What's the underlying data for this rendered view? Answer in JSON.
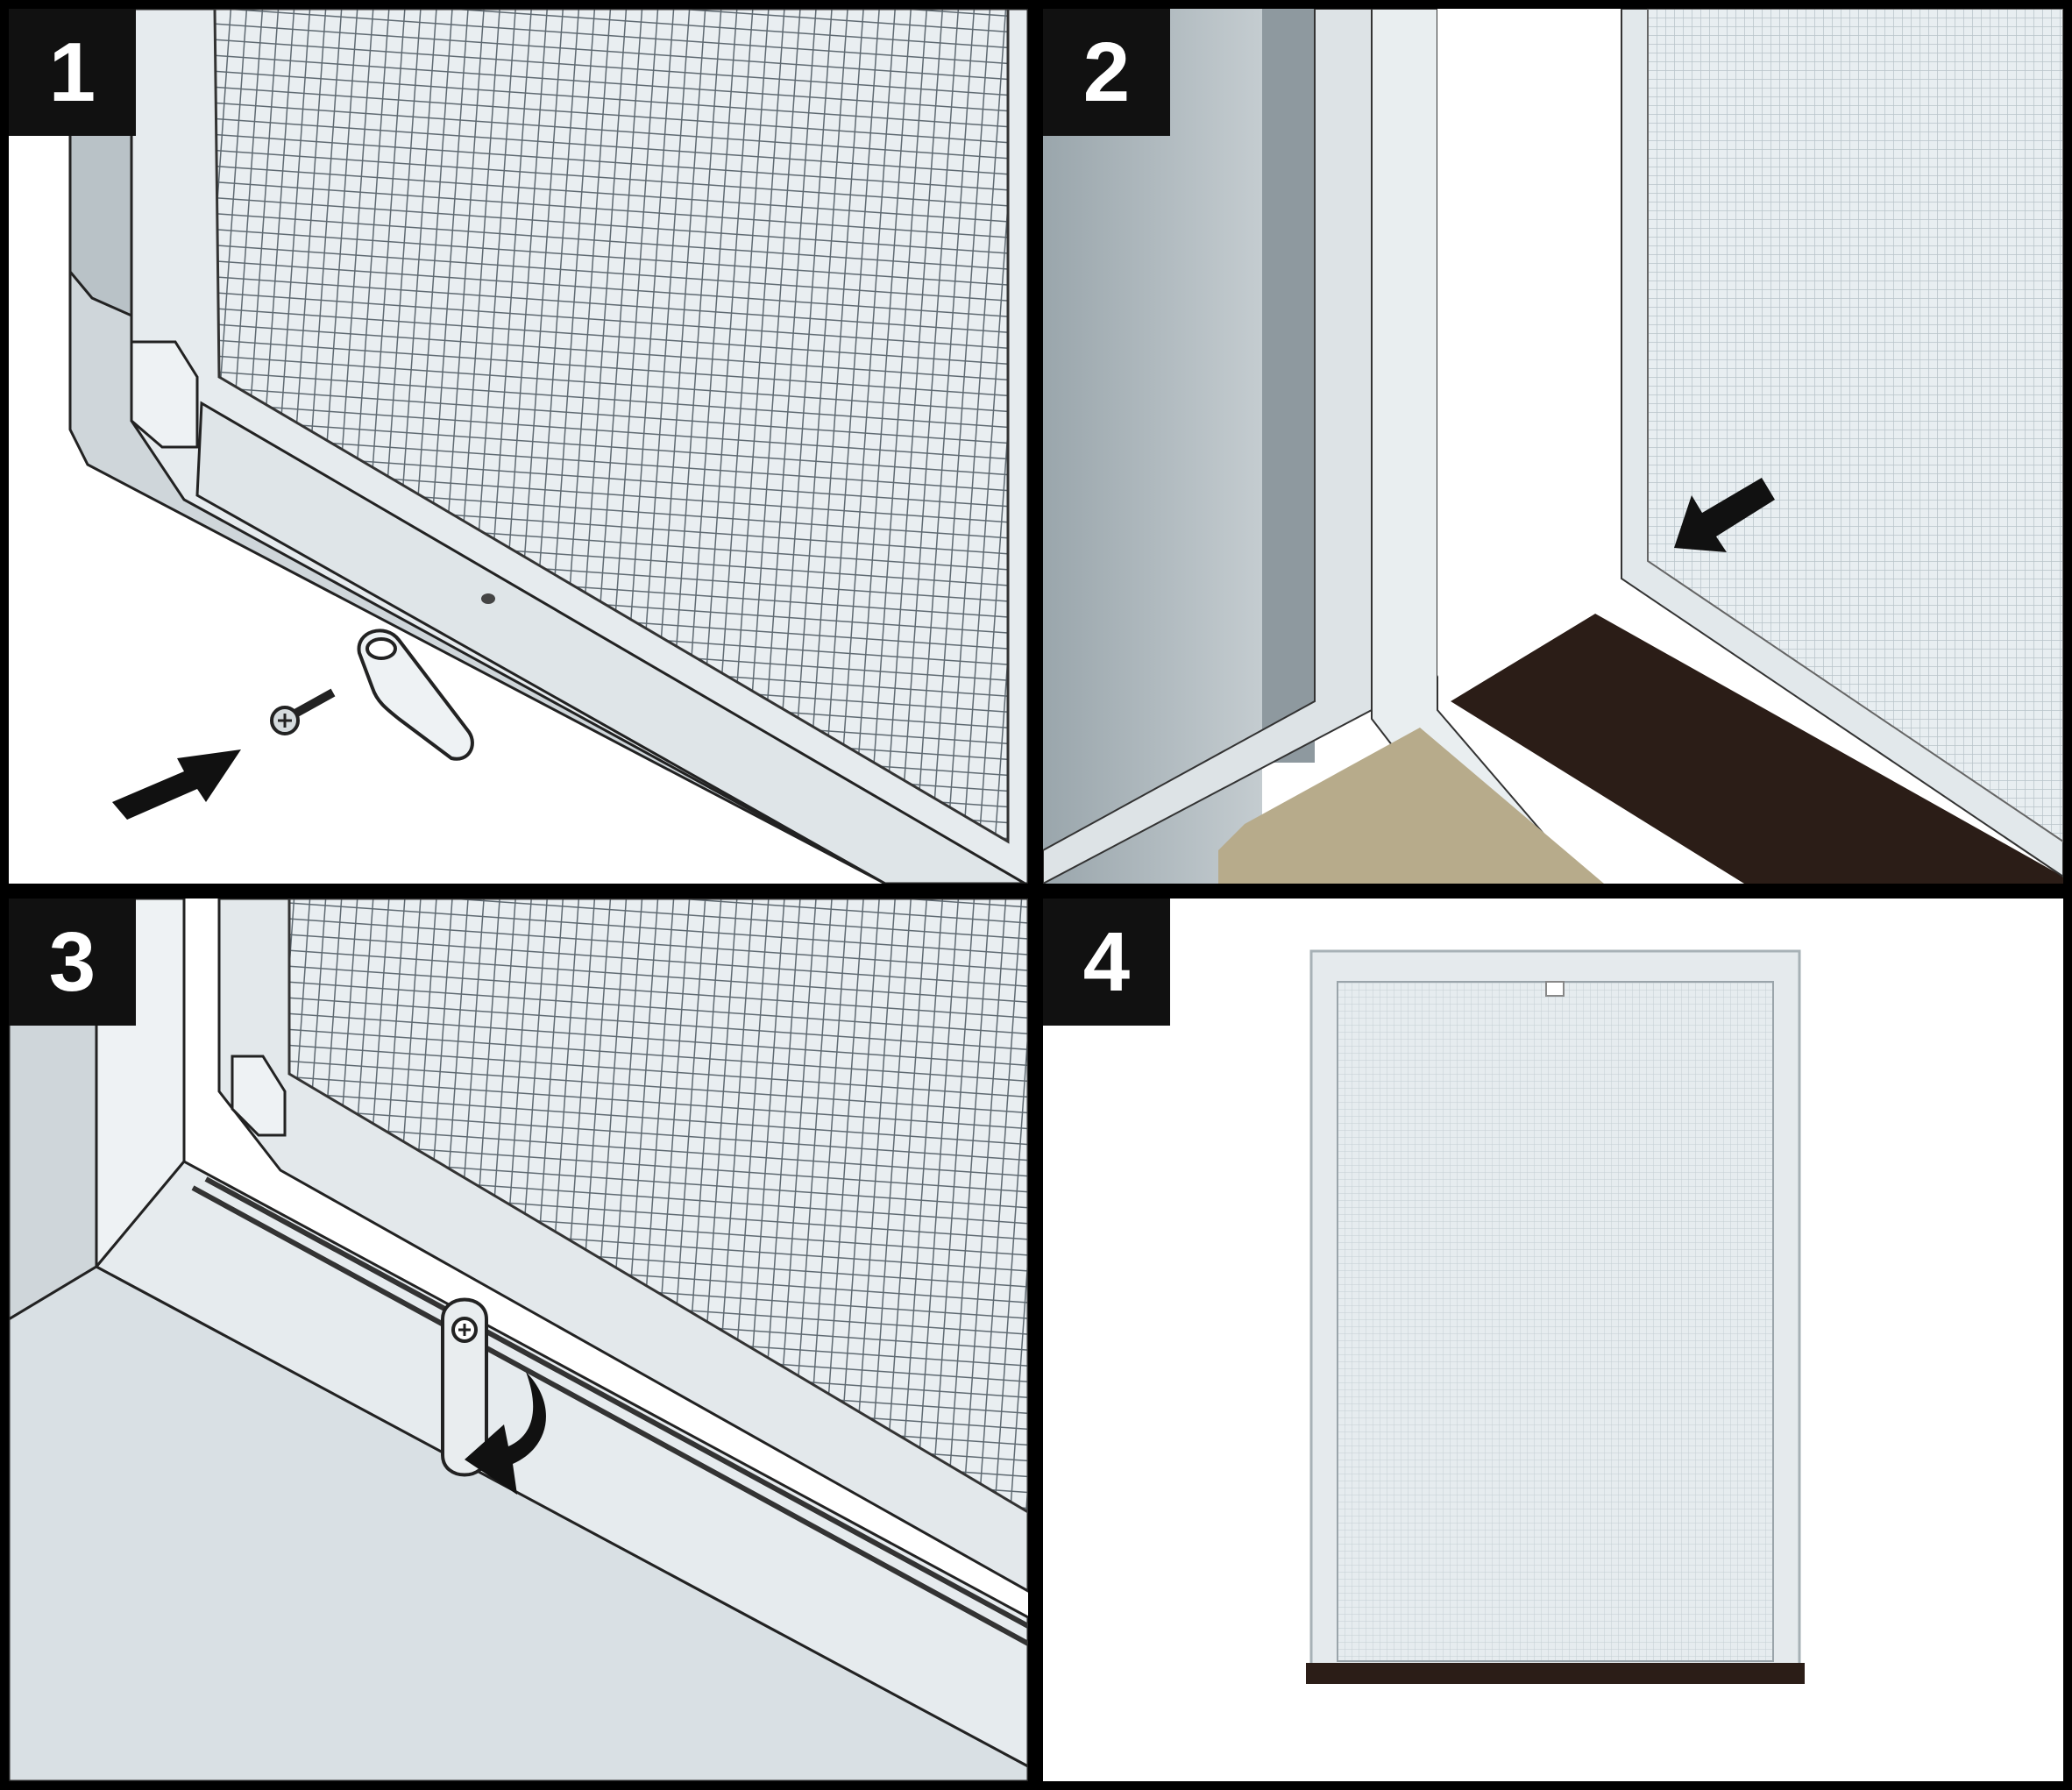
{
  "steps": [
    {
      "number": "1"
    },
    {
      "number": "2"
    },
    {
      "number": "3"
    },
    {
      "number": "4"
    }
  ],
  "colors": {
    "frame_light": "#e4e9ec",
    "frame_mid": "#c9d1d6",
    "frame_dark": "#9aa4aa",
    "mesh": "#6f7880",
    "wall": "#a9b3b8",
    "sill_brown": "#2b1d17",
    "stone": "#b7ab8b",
    "arrow": "#111111"
  },
  "icons": {
    "step1": [
      "screw-icon",
      "bracket-clip-icon",
      "arrow-right-icon"
    ],
    "step2": [
      "arrow-down-left-icon"
    ],
    "step3": [
      "rotate-clip-icon",
      "curved-arrow-icon"
    ],
    "step4": [
      "finished-door-screen-icon"
    ]
  }
}
